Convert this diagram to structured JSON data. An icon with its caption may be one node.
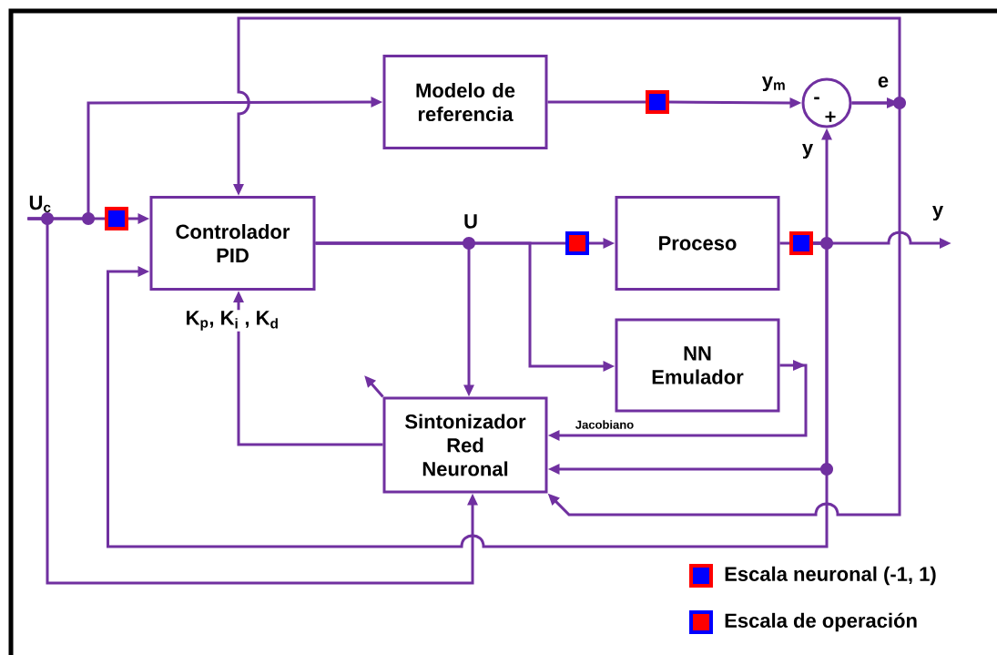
{
  "diagram": {
    "nodes": [
      {
        "text": [
          "Modelo de referencia"
        ]
      },
      {
        "text": [],
        "shape": "box"
      },
      {
        "text": [
          "-",
          "+"
        ]
      },
      {
        "text": [
          "U$_{c}$"
        ]
      },
      {
        "text": [],
        "shape": "box"
      },
      {
        "text": [
          "Controlador PID"
        ]
      },
      {
        "text": [],
        "shape": "box"
      },
      {
        "text": [
          "Proceso"
        ]
      },
      {
        "text": [],
        "shape": "box"
      },
      {
        "text": [
          "NN Emulador"
        ]
      },
      {
        "text": [
          "Sintonizador Red Neuronal"
        ]
      }
    ],
    "edges": [
      {
        "from": 3,
        "to": 0,
        "arrow": "to"
      },
      {
        "from": 3,
        "to": 4,
        "arrow": "none"
      },
      {
        "from": 4,
        "to": 5,
        "arrow": "to"
      },
      {
        "from": 3,
        "to": 10,
        "arrow": "to"
      },
      {
        "from": 0,
        "to": 1,
        "arrow": "none"
      },
      {
        "from": 1,
        "to": 2,
        "arrow": "to",
        "label": "y$_{m}$"
      },
      {
        "from": 2,
        "to": 5,
        "arrow": "to"
      },
      {
        "from": 2,
        "to": 10,
        "arrow": "to"
      },
      {
        "from": 5,
        "to": 6,
        "arrow": "none"
      },
      {
        "from": 6,
        "to": 7,
        "arrow": "to"
      },
      {
        "from": 5,
        "to": 9,
        "arrow": "to"
      },
      {
        "from": 5,
        "to": 10,
        "arrow": "to"
      },
      {
        "from": 7,
        "to": 8,
        "arrow": "none"
      },
      {
        "from": 8,
        "to": null,
        "arrow": "to",
        "label": "y"
      },
      {
        "from": 8,
        "to": 2,
        "arrow": "to",
        "label": "y"
      },
      {
        "from": 8,
        "to": 10,
        "arrow": "to"
      },
      {
        "from": 8,
        "to": 5,
        "arrow": "to"
      },
      {
        "from": 9,
        "to": 10,
        "arrow": "to",
        "label": "Jacobiano"
      },
      {
        "from": 10,
        "to": 5,
        "arrow": "to",
        "label": "K$_{p}$, K$_{i}$ , K$_{d}$"
      },
      {
        "from": 10,
        "to": null,
        "arrow": "to"
      }
    ],
    "labels": [
      "e",
      "U"
    ],
    "legend": [
      {
        "text": "Escala neuronal (-1, 1)",
        "color": "#0000ff"
      },
      {
        "text": "Escala de operación",
        "color": "#ff0000"
      }
    ]
  }
}
